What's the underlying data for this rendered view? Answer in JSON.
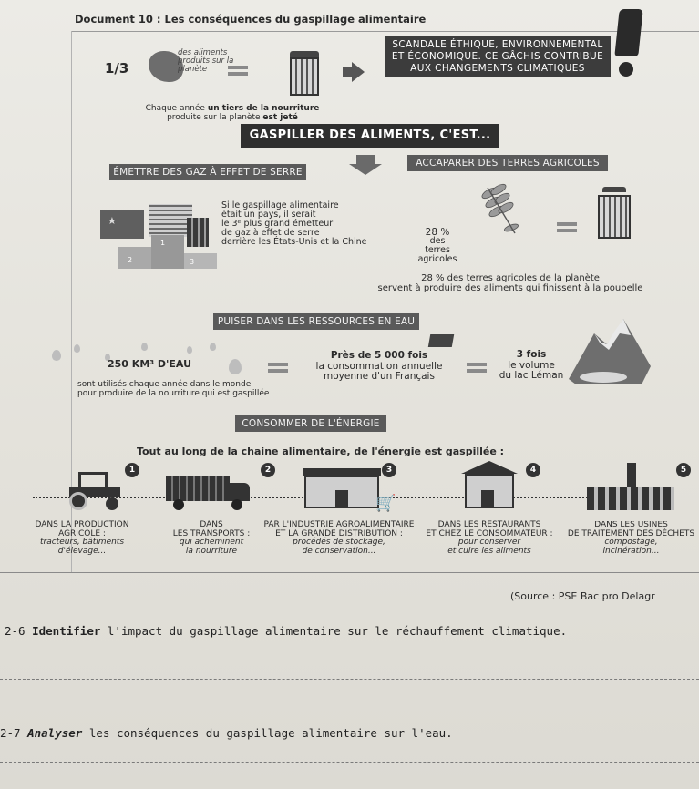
{
  "document": {
    "title": "Document 10 : Les conséquences du gaspillage alimentaire"
  },
  "intro": {
    "fraction": "1/3",
    "aliments_label": "des aliments produits sur la planète",
    "scandal_lines": [
      "SCANDALE ÉTHIQUE, ENVIRONNEMENTAL",
      "ET ÉCONOMIQUE. CE GÂCHIS CONTRIBUE",
      "AUX CHANGEMENTS CLIMATIQUES"
    ],
    "caption_line1_pre": "Chaque année ",
    "caption_line1_bold": "un tiers de la nourriture",
    "caption_line2_pre": "produite sur la planète ",
    "caption_line2_bold": "est jeté"
  },
  "main_banner": "GASPILLER DES ALIMENTS, C'EST...",
  "section_ges": {
    "title": "ÉMETTRE DES GAZ À EFFET DE SERRE",
    "lines": [
      "Si le gaspillage alimentaire",
      "était un pays, il serait",
      "le 3ᵉ plus grand émetteur",
      "de gaz à effet de serre",
      "derrière les États-Unis et la Chine"
    ],
    "podium": [
      "1",
      "2",
      "3"
    ]
  },
  "section_land": {
    "title": "ACCAPARER DES TERRES AGRICOLES",
    "pct": "28 %",
    "pct_label": "des terres agricoles",
    "conclusion_line1": "28 % des terres agricoles de la planète",
    "conclusion_line2": "servent à produire des aliments qui finissent à la poubelle"
  },
  "section_water": {
    "title": "PUISER DANS LES RESSOURCES EN EAU",
    "volume": "250 KM³ D'EAU",
    "volume_sub_line1": "sont utilisés chaque année dans le monde",
    "volume_sub_line2": "pour produire de la nourriture qui est gaspillée",
    "conso_line1": "Près de 5 000 fois",
    "conso_line2": "la consommation annuelle",
    "conso_line3": "moyenne d'un Français",
    "leman_line1": "3 fois",
    "leman_line2": "le volume",
    "leman_line3": "du lac Léman"
  },
  "section_energy": {
    "title": "CONSOMMER DE L'ÉNERGIE",
    "subtitle": "Tout au long de la chaine alimentaire, de l'énergie est gaspillée :",
    "stages": [
      {
        "num": "1",
        "line1": "DANS LA PRODUCTION",
        "line2": "AGRICOLE :",
        "line3": "tracteurs, bâtiments",
        "line4": "d'élevage..."
      },
      {
        "num": "2",
        "line1": "DANS",
        "line2": "LES TRANSPORTS :",
        "line3": "qui acheminent",
        "line4": "la nourriture"
      },
      {
        "num": "3",
        "line1": "PAR L'INDUSTRIE AGROALIMENTAIRE",
        "line2": "ET LA GRANDE DISTRIBUTION :",
        "line3": "procédés de stockage,",
        "line4": "de conservation..."
      },
      {
        "num": "4",
        "line1": "DANS LES RESTAURANTS",
        "line2": "ET CHEZ LE CONSOMMATEUR :",
        "line3": "pour conserver",
        "line4": "et cuire les aliments"
      },
      {
        "num": "5",
        "line1": "DANS LES USINES",
        "line2": "DE TRAITEMENT DES DÉCHETS",
        "line3": "compostage,",
        "line4": "incinération..."
      }
    ]
  },
  "source": "(Source : PSE Bac pro Delagr",
  "questions": [
    {
      "num": "2-6",
      "verb": "Identifier",
      "text": " l'impact du gaspillage alimentaire sur le réchauffement climatique."
    },
    {
      "num": "2-7",
      "verb": "Analyser",
      "text": " les conséquences du gaspillage alimentaire sur l'eau."
    }
  ]
}
